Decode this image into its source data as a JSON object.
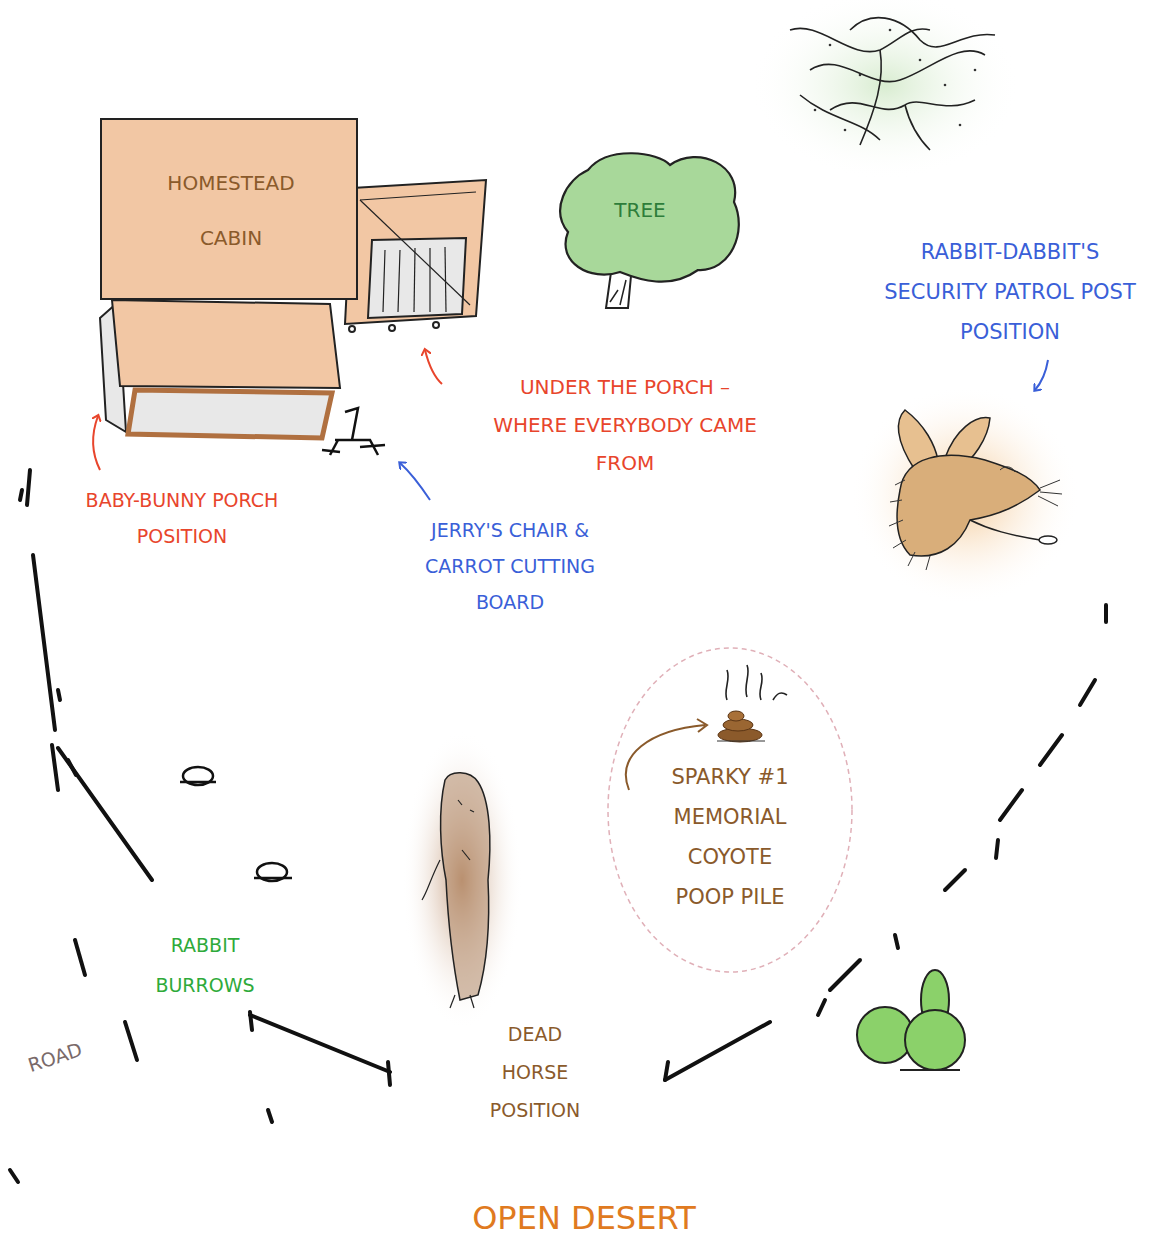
{
  "diagram": {
    "nodes": [
      {
        "text": [
          "HOMESTEAD CABIN"
        ]
      },
      {
        "text": [
          "TREE"
        ]
      },
      {
        "text": [
          "SPARKY #1 MEMORIAL COYOTE POOP PILE"
        ]
      }
    ],
    "labels": [
      "UNDER THE PORCH – WHERE EVERYBODY CAME FROM",
      "RABBIT-DABBIT'S SECURITY PATROL POST POSITION",
      "BABY-BUNNY PORCH POSITION",
      "JERRY'S CHAIR & CARROT CUTTING BOARD",
      "RABBIT BURROWS",
      "DEAD HORSE POSITION",
      "ROAD",
      "OPEN DESERT"
    ]
  }
}
